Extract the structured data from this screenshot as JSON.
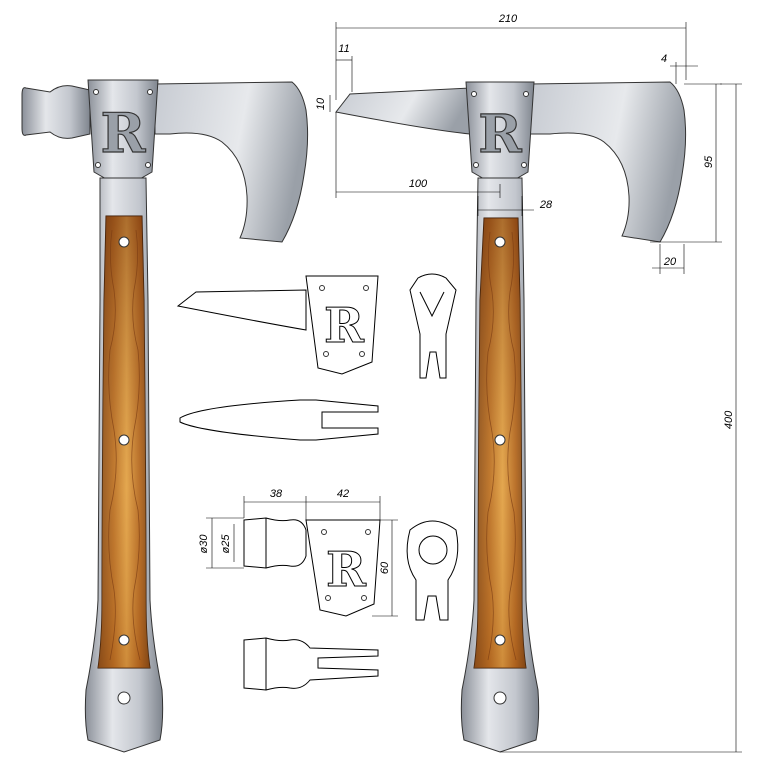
{
  "colors": {
    "metal_light": "#e4e6ea",
    "metal_mid": "#b9bec6",
    "metal_dark": "#8b9099",
    "wood_dark": "#6b3410",
    "wood_mid": "#b0641f",
    "wood_light": "#e0a24a",
    "outline": "#000000",
    "dimension": "#000000"
  },
  "logo": {
    "letter": "R"
  },
  "dimensions": {
    "overall_length": "210",
    "spike_offset": "11",
    "spike_thickness": "10",
    "edge_offset": "4",
    "blade_height": "95",
    "head_length": "100",
    "socket_width": "28",
    "beard_width": "20",
    "handle_length": "400",
    "hammer_length": "38",
    "socket_top_width": "42",
    "hammer_outer_dia": "ø30",
    "hammer_inner_dia": "ø25",
    "socket_height": "60"
  }
}
